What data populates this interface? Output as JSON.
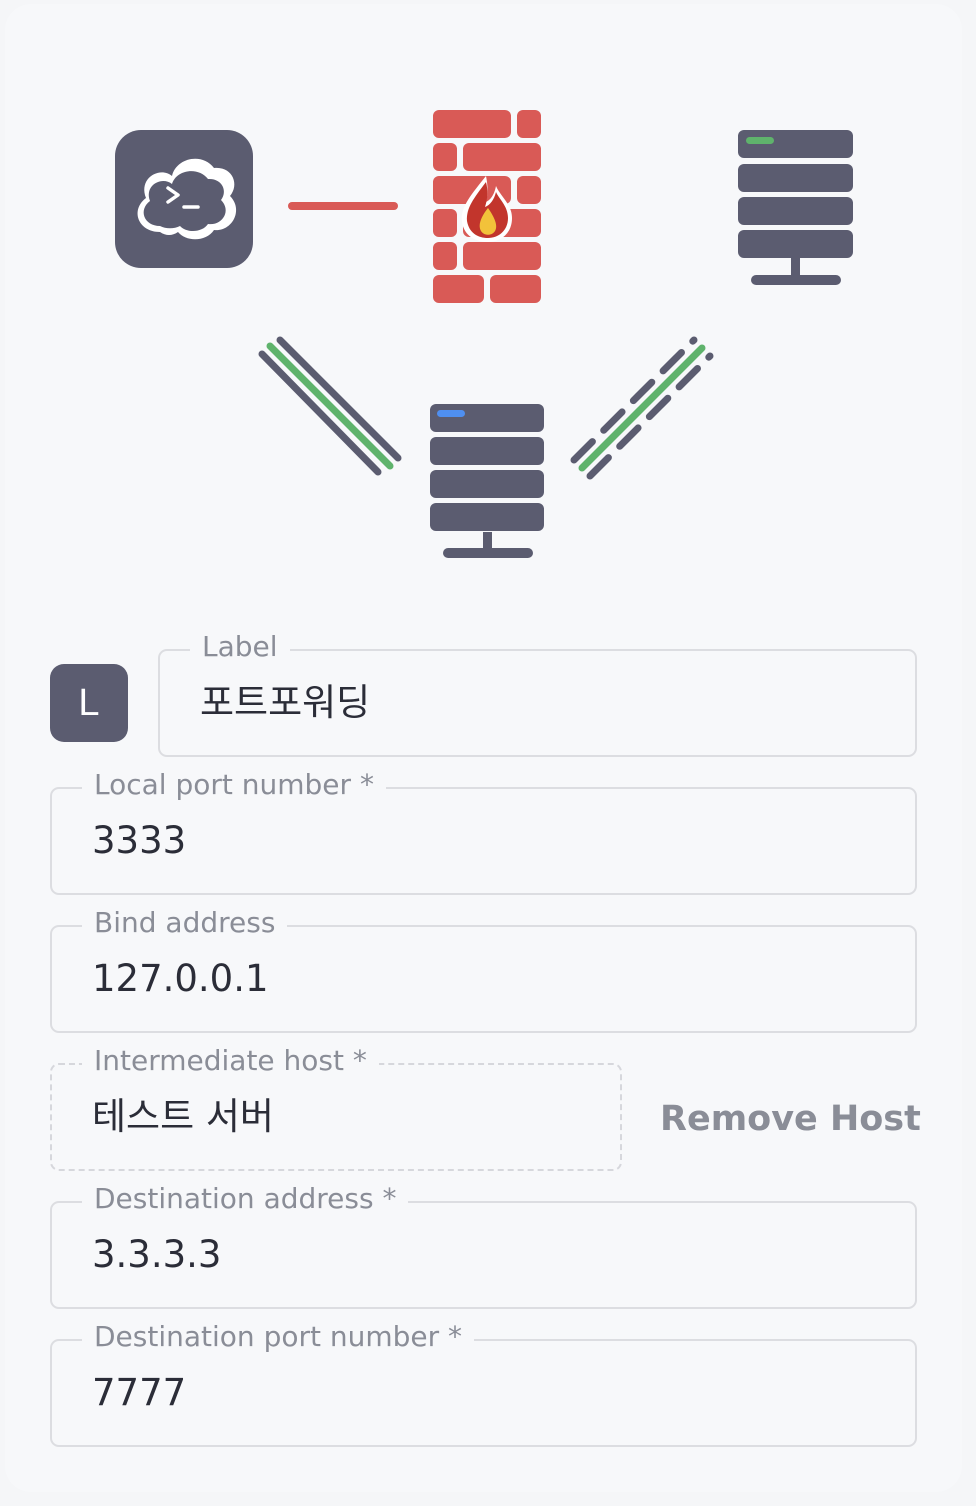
{
  "diagram": {
    "icons": [
      "terminal-cloud-icon",
      "firewall-icon",
      "remote-server-icon",
      "intermediate-server-icon"
    ],
    "colors": {
      "icon_dark": "#5b5c70",
      "firewall": "#d95a56",
      "blocked_link": "#d95a56",
      "secure_link": "#5fb36c",
      "status_green": "#5fb36c",
      "status_blue": "#4f8ff0"
    }
  },
  "label_field": {
    "badge": "L",
    "legend": "Label",
    "value": "포트포워딩"
  },
  "local_port": {
    "legend": "Local port number *",
    "value": "3333"
  },
  "bind_address": {
    "legend": "Bind address",
    "value": "127.0.0.1"
  },
  "intermediate_host": {
    "legend": "Intermediate host *",
    "value": "테스트 서버",
    "remove_label": "Remove Host"
  },
  "destination_address": {
    "legend": "Destination address *",
    "value": "3.3.3.3"
  },
  "destination_port": {
    "legend": "Destination port number *",
    "value": "7777"
  }
}
